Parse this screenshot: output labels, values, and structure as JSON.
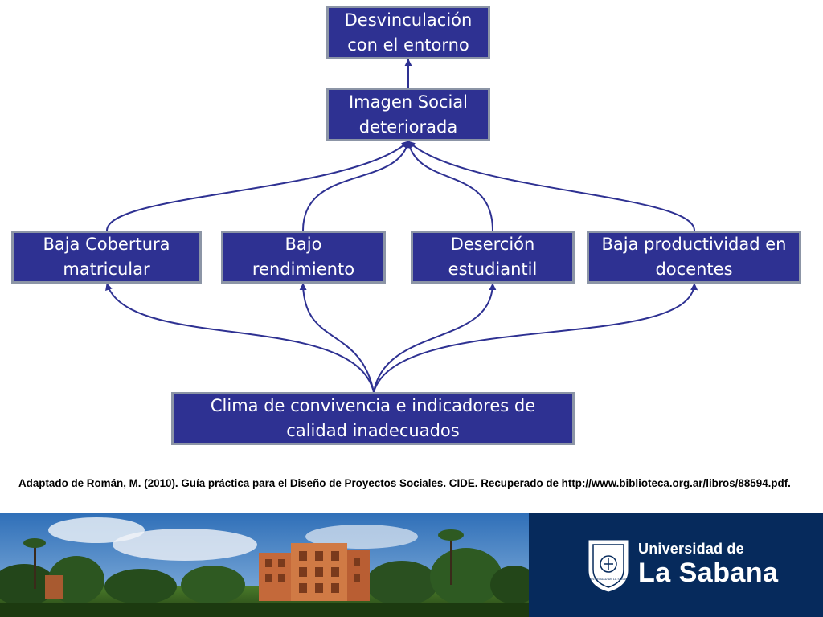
{
  "diagram": {
    "nodes": {
      "desvinculacion": "Desvinculación con el entorno",
      "imagen": "Imagen Social deteriorada",
      "cobertura": "Baja Cobertura matricular",
      "rendimiento": "Bajo rendimiento",
      "desercion": "Deserción estudiantil",
      "productividad": "Baja productividad en docentes",
      "clima": "Clima de convivencia e indicadores de calidad inadecuados"
    },
    "edges": [
      {
        "from": "imagen",
        "to": "desvinculacion"
      },
      {
        "from": "cobertura",
        "to": "imagen"
      },
      {
        "from": "rendimiento",
        "to": "imagen"
      },
      {
        "from": "desercion",
        "to": "imagen"
      },
      {
        "from": "productividad",
        "to": "imagen"
      },
      {
        "from": "clima",
        "to": "cobertura"
      },
      {
        "from": "clima",
        "to": "rendimiento"
      },
      {
        "from": "clima",
        "to": "desercion"
      },
      {
        "from": "clima",
        "to": "productividad"
      }
    ],
    "colors": {
      "box_fill": "#2e3192",
      "box_border": "#8c95a6",
      "arrow": "#2e3192"
    }
  },
  "citation": "Adaptado de Román, M. (2010). Guía práctica para el Diseño de Proyectos Sociales. CIDE. Recuperado de http://www.biblioteca.org.ar/libros/88594.pdf.",
  "footer": {
    "logo_line1": "Universidad de",
    "logo_line2": "La Sabana",
    "seal_text": "UNIVERSIDAD DE LA SABANA",
    "colors": {
      "brand_bg": "#062a5c"
    }
  }
}
